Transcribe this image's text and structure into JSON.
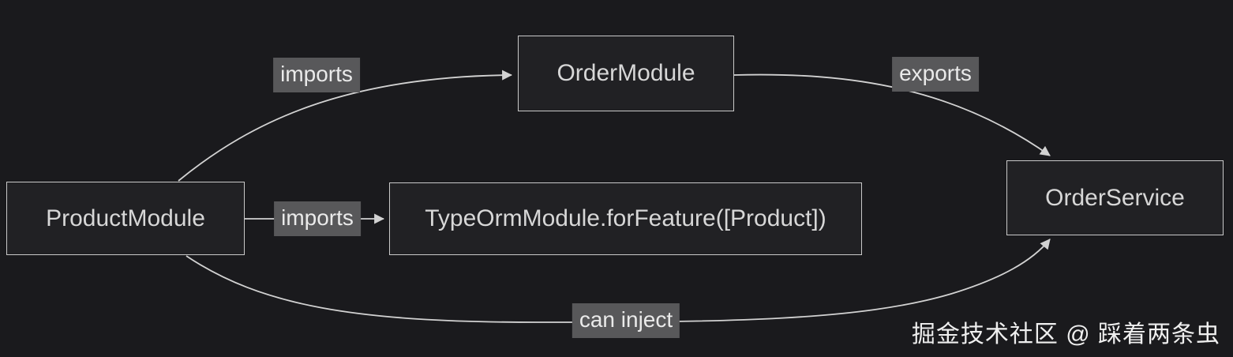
{
  "diagram": {
    "type": "flowchart",
    "direction": "left-to-right",
    "nodes": [
      {
        "id": "ProductModule",
        "label": "ProductModule"
      },
      {
        "id": "OrderModule",
        "label": "OrderModule"
      },
      {
        "id": "TypeOrmFeature",
        "label": "TypeOrmModule.forFeature([Product])"
      },
      {
        "id": "OrderService",
        "label": "OrderService"
      }
    ],
    "edges": [
      {
        "from": "ProductModule",
        "to": "OrderModule",
        "label": "imports"
      },
      {
        "from": "ProductModule",
        "to": "TypeOrmModule.forFeature([Product])",
        "label": "imports"
      },
      {
        "from": "OrderModule",
        "to": "OrderService",
        "label": "exports"
      },
      {
        "from": "ProductModule",
        "to": "OrderService",
        "label": "can inject"
      }
    ]
  },
  "watermark": {
    "text": "掘金技术社区 @ 踩着两条虫"
  },
  "colors": {
    "background": "#1a1a1d",
    "node_fill": "#212124",
    "node_border": "#c9c9c9",
    "node_text": "#d7d7d7",
    "edge_line": "#d2d2d2",
    "edge_label_background": "#58585a",
    "edge_label_text": "#eaeaea",
    "watermark_text": "#efefef"
  }
}
